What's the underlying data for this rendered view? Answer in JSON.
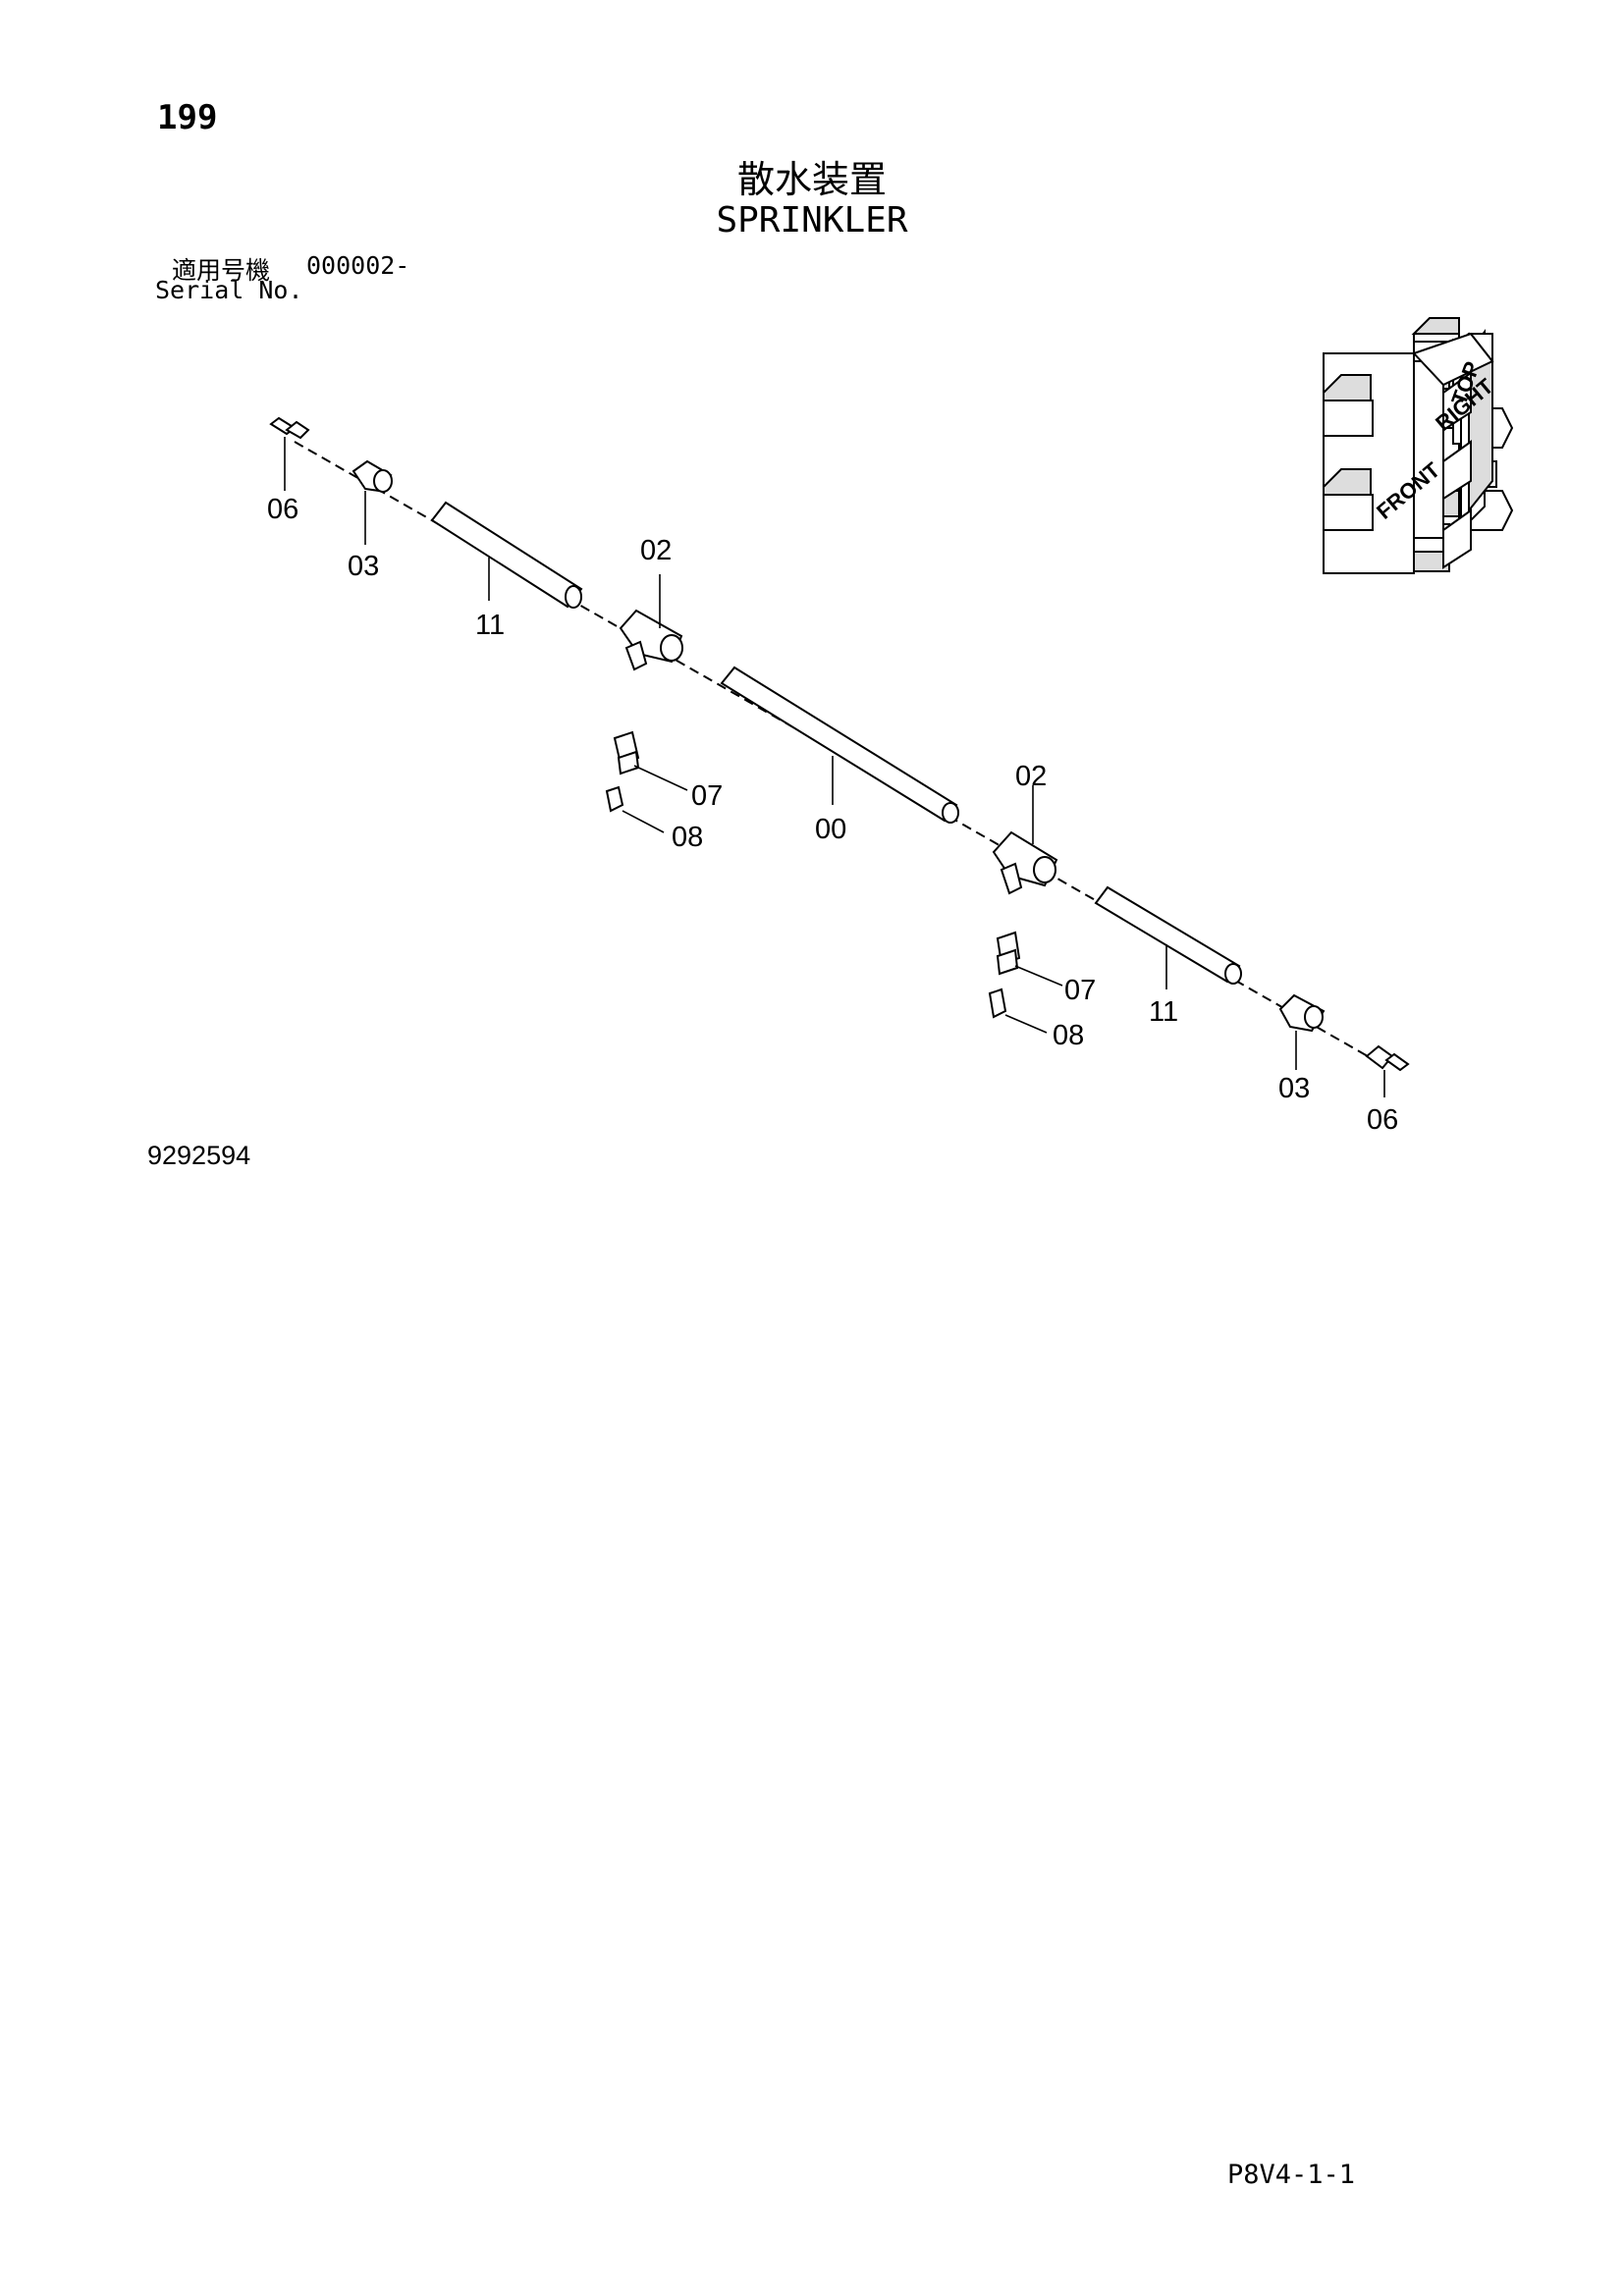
{
  "header": {
    "page_number": "199",
    "title_jp": "散水装置",
    "title_en": "SPRINKLER",
    "serial_label_jp": "適用号機",
    "serial_value": "000002-",
    "serial_label_en": "Serial No."
  },
  "callouts": {
    "c06a": "06",
    "c03a": "03",
    "c11a": "11",
    "c02a": "02",
    "c07a": "07",
    "c08a": "08",
    "c00": "00",
    "c02b": "02",
    "c07b": "07",
    "c08b": "08",
    "c11b": "11",
    "c03b": "03",
    "c06b": "06"
  },
  "orientation": {
    "top": "TOP",
    "right": "RIGHT",
    "front": "FRONT"
  },
  "footer": {
    "drawing_number": "9292594",
    "page_code": "P8V4-1-1"
  }
}
